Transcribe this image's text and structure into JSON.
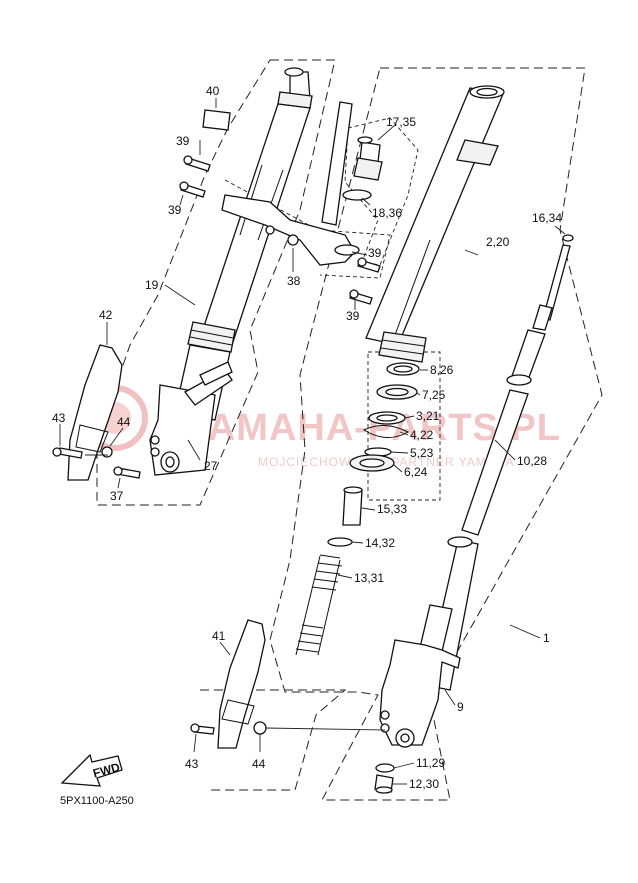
{
  "diagram": {
    "code": "5PX1100-A250",
    "fwd_label": "FWD",
    "watermark": {
      "main": "YAMAHA-PARTS.PL",
      "sub": "MOJCIECHOWSKI & PARTNER YAMAHA"
    },
    "callouts": {
      "c40": "40",
      "c39a": "39",
      "c39b": "39",
      "c39c": "39",
      "c39d": "39",
      "c38": "38",
      "c19": "19",
      "c42": "42",
      "c43a": "43",
      "c44a": "44",
      "c37": "37",
      "c27": "27",
      "c41": "41",
      "c43b": "43",
      "c44b": "44",
      "c1735": "17,35",
      "c1836": "18,36",
      "c220": "2,20",
      "c1634": "16,34",
      "c826": "8,26",
      "c725": "7,25",
      "c321": "3,21",
      "c422": "4,22",
      "c523": "5,23",
      "c624": "6,24",
      "c1028": "10,28",
      "c1533": "15,33",
      "c1432": "14,32",
      "c1331": "13,31",
      "c1": "1",
      "c9": "9",
      "c1129": "11,29",
      "c1230": "12,30"
    }
  }
}
